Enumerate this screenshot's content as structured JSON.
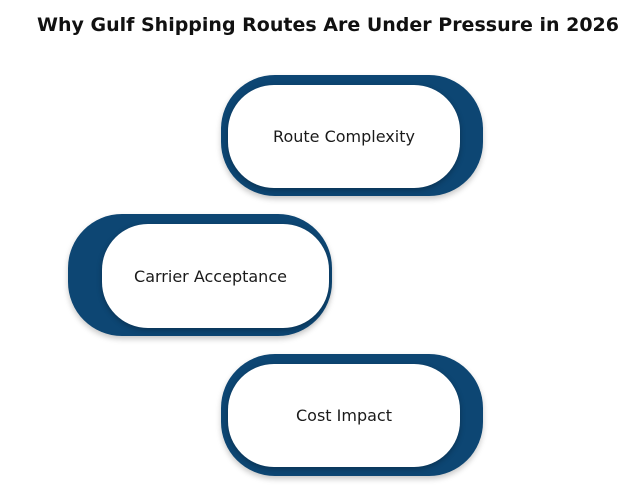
{
  "title": "Why Gulf Shipping Routes Are Under Pressure in 2026",
  "colors": {
    "accent": "#0d4673",
    "pill_fill": "#ffffff",
    "text": "#111111"
  },
  "items": [
    {
      "label": "Route Complexity"
    },
    {
      "label": "Carrier Acceptance"
    },
    {
      "label": "Cost Impact"
    }
  ]
}
